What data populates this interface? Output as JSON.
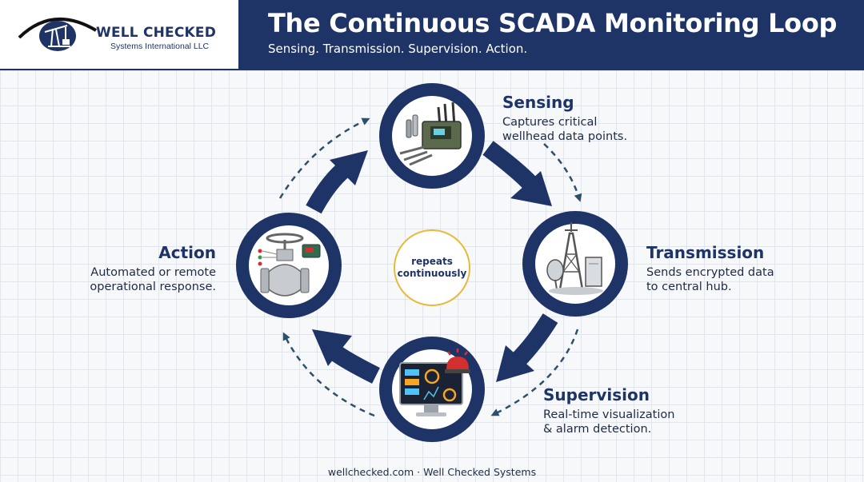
{
  "brand": {
    "name": "WELL CHECKED",
    "subtitle": "Systems International LLC"
  },
  "header": {
    "title": "The Continuous SCADA Monitoring Loop",
    "subtitle": "Sensing. Transmission. Supervision. Action."
  },
  "stages": {
    "sensing": {
      "title": "Sensing",
      "desc1": "Captures critical",
      "desc2": "wellhead data points.",
      "icon": "sensor-rtu-icon"
    },
    "transmission": {
      "title": "Transmission",
      "desc1": "Sends encrypted data",
      "desc2": "to central hub.",
      "icon": "radio-tower-icon"
    },
    "supervision": {
      "title": "Supervision",
      "desc1": "Real-time visualization",
      "desc2": "& alarm detection.",
      "icon": "monitor-alarm-icon"
    },
    "action": {
      "title": "Action",
      "desc1": "Automated or remote",
      "desc2": "operational response.",
      "icon": "valve-actuator-icon"
    }
  },
  "center": {
    "line1": "repeats",
    "line2": "continuously"
  },
  "footer": {
    "text": "wellchecked.com · Well Checked Systems"
  },
  "colors": {
    "navy": "#1e3466",
    "accent_teal": "#2e4f6b",
    "gold": "#e8b93a",
    "alarm_red": "#d32f2f"
  }
}
